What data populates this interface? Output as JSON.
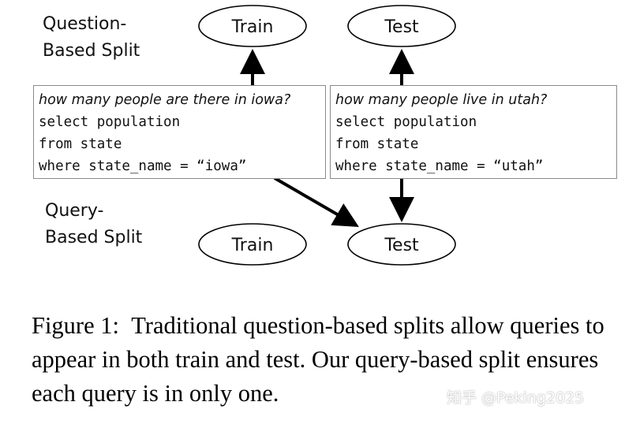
{
  "question_split": {
    "line1": "Question-",
    "line2": "Based Split"
  },
  "query_split": {
    "line1": "Query-",
    "line2": "Based Split"
  },
  "nodes": {
    "top_train": "Train",
    "top_test": "Test",
    "bottom_train": "Train",
    "bottom_test": "Test"
  },
  "examples": [
    {
      "question": "how many people are there in iowa?",
      "sql": [
        "select population",
        "from state",
        "where state_name = “iowa”"
      ]
    },
    {
      "question": "how many people live in utah?",
      "sql": [
        "select population",
        "from state",
        "where state_name = “utah”"
      ]
    }
  ],
  "caption": {
    "label": "Figure 1:",
    "text": "Traditional question-based splits allow queries to appear in both train and test. Our query-based split ensures each query is in only one."
  },
  "watermark": "知乎 @Peking2025"
}
